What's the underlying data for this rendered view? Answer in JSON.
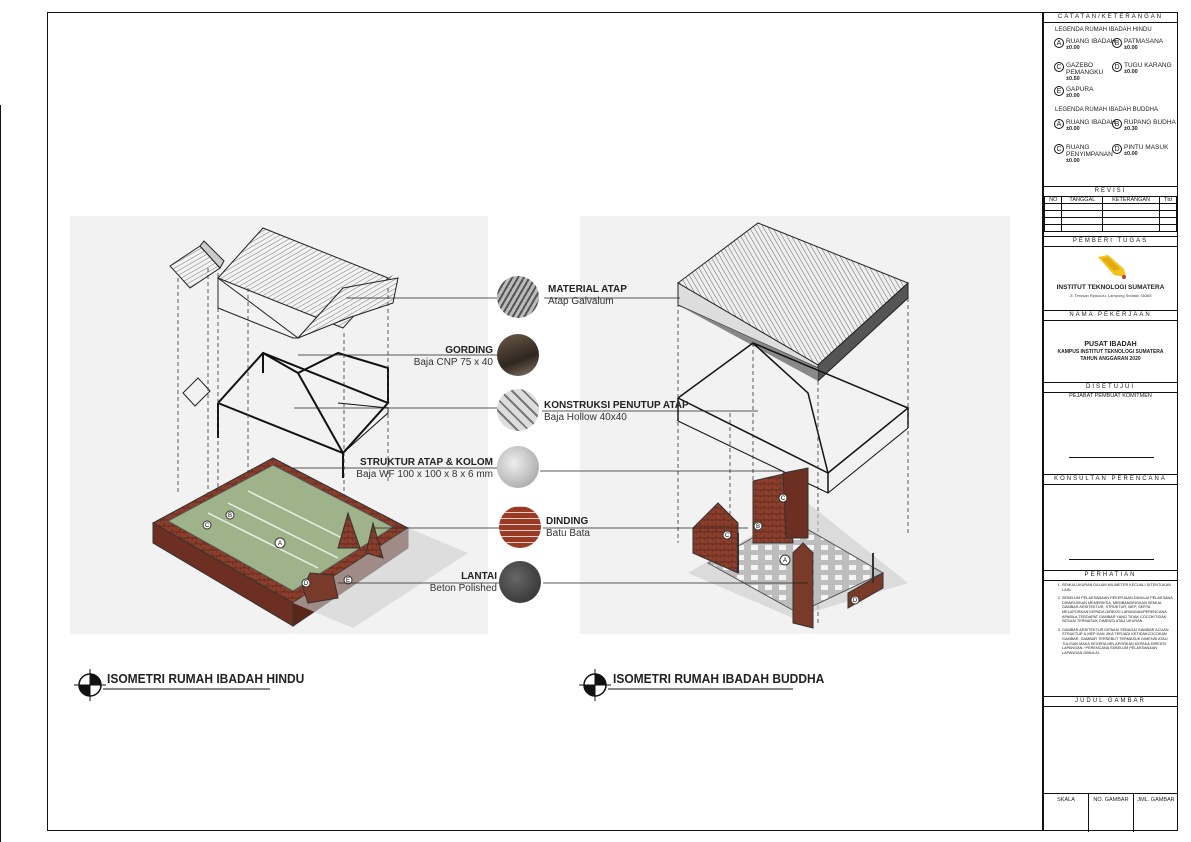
{
  "notes": {
    "header": "CATATAN/KETERANGAN",
    "hindu_legend_title": "LEGENDA RUMAH IBADAH HINDU",
    "hindu_items": [
      {
        "key": "A",
        "name": "RUANG IBADAH",
        "elev": "±0.00"
      },
      {
        "key": "B",
        "name": "PATMASANA",
        "elev": "±0.00"
      },
      {
        "key": "C",
        "name": "GAZEBO PEMANGKU",
        "elev": "±0.50"
      },
      {
        "key": "D",
        "name": "TUGU KARANG",
        "elev": "±0.00"
      },
      {
        "key": "E",
        "name": "GAPURA",
        "elev": "±0.00"
      }
    ],
    "buddha_legend_title": "LEGENDA RUMAH IBADAH BUDDHA",
    "buddha_items": [
      {
        "key": "A",
        "name": "RUANG IBADAH",
        "elev": "±0.00"
      },
      {
        "key": "B",
        "name": "RUPANG BUDHA",
        "elev": "±0.30"
      },
      {
        "key": "C",
        "name": "RUANG PENYIMPANAN",
        "elev": "±0.00"
      },
      {
        "key": "D",
        "name": "PINTU MASUK",
        "elev": "±0.00"
      }
    ]
  },
  "revisi": {
    "header": "REVISI",
    "columns": [
      "NO",
      "TANGGAL",
      "KETERANGAN",
      "Ttd"
    ]
  },
  "pemberi_tugas": {
    "header": "PEMBERI TUGAS",
    "institution": "INSTITUT TEKNOLOGI SUMATERA",
    "address": "Jl. Terusan Ryacudu, Lampung Selatan 35365"
  },
  "pekerjaan": {
    "header": "NAMA PEKERJAAN",
    "title": "PUSAT IBADAH",
    "line2": "KAMPUS INSTITUT TEKNOLOGI SUMATERA",
    "line3": "TAHUN ANGGARAN 2020"
  },
  "disetujui": {
    "header": "DISETUJUI",
    "role": "PEJABAT PEMBUAT KOMITMEN"
  },
  "konsultan": {
    "header": "KONSULTAN PERENCANA"
  },
  "perhatian": {
    "header": "PERHATIAN",
    "items": [
      "SEMUA UKURAN DALAM MILIMETER KECUALI DITENTUKAN LAIN.",
      "SEBELUM PELAKSANAAN PEKERJAAN DIMULAI PELAKSANA DIHARUSKAN MEMERIKSA, MEMBANDINGKAN SEMUA GAMBAR ARSITEKTUR, STRUKTUR, MEP, SERTA MELAPORKAN KEPADA DIREKSI LAPANGAN/PERENCANA APABILA TERDAPAT GAMBAR YANG TIDAK COCOK/TIDAK SESUAI TERMASUK DIMENSI ATAU UKURAN.",
      "GAMBAR ARSITEKTUR DIPAKAI SEBAGAI GAMBAR ACUAN STRUKTUR & MEP DAN JIKA TERJADI KETIDAKCOCOKAN GAMBAR, GAMBAR TERSEBUT TERMASUK DIMENSI ATAU TULISAN MAKA SEGERA MELAPORKAN KEPADA DIREKSI LAPANGAN / PERENCANA SEBELUM PELAKSANAAN LAPANGAN DIMULAI."
    ]
  },
  "judul_gambar": {
    "header": "JUDUL GAMBAR"
  },
  "footer": {
    "skala": "SKALA",
    "no_gambar": "NO. GAMBAR",
    "jml_gambar": "JML. GAMBAR"
  },
  "callouts": [
    {
      "title": "MATERIAL ATAP",
      "sub": "Atap Galvalum"
    },
    {
      "title": "GORDING",
      "sub": "Baja CNP 75 x 40"
    },
    {
      "title": "KONSTRUKSI PENUTUP ATAP",
      "sub": "Baja Hollow 40x40"
    },
    {
      "title": "STRUKTUR ATAP & KOLOM",
      "sub": "Baja WF 100 x 100 x 8 x 6 mm"
    },
    {
      "title": "DINDING",
      "sub": "Batu Bata"
    },
    {
      "title": "LANTAI",
      "sub": "Beton Polished"
    }
  ],
  "views": {
    "hindu": "ISOMETRI RUMAH IBADAH HINDU",
    "buddha": "ISOMETRI RUMAH IBADAH BUDDHA"
  },
  "drawing_tags": {
    "hindu_floor": [
      "A",
      "B",
      "C",
      "D",
      "E"
    ],
    "buddha_floor": [
      "A",
      "B",
      "C",
      "D"
    ]
  },
  "colors": {
    "brick": "#7a3a2a",
    "floor_green": "#9fb38a",
    "shadow": "#cfcfcf",
    "logo": "#f2c318"
  }
}
